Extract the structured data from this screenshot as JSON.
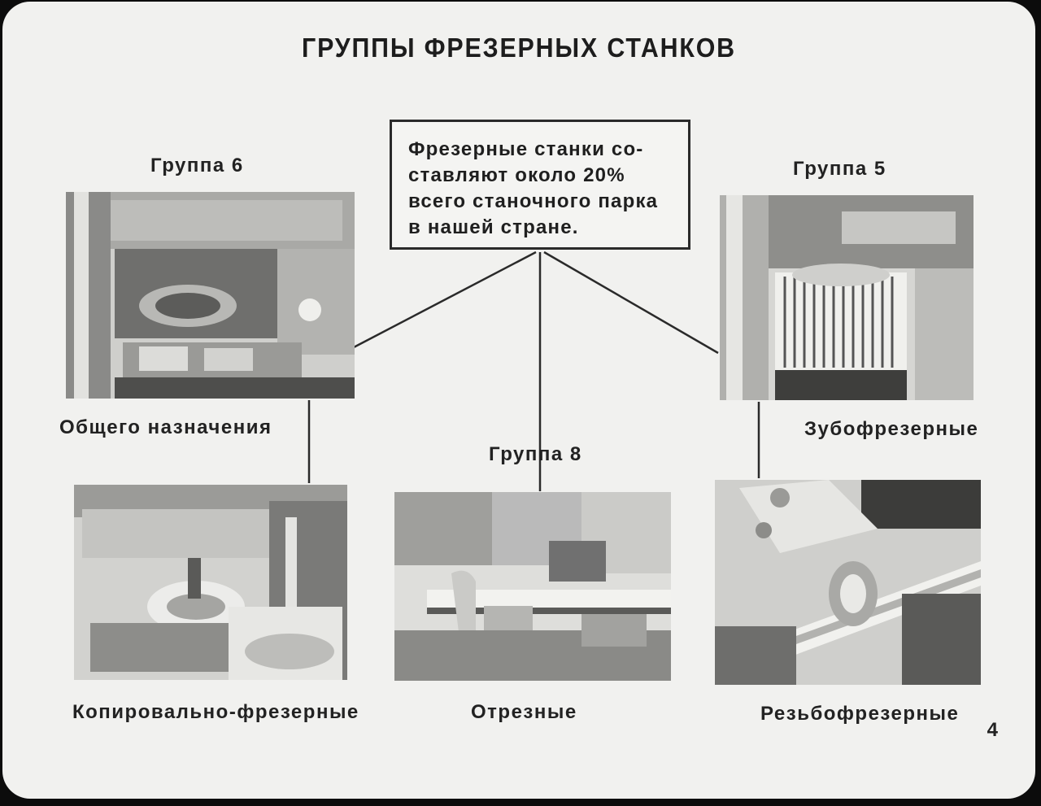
{
  "title": "ГРУППЫ ФРЕЗЕРНЫХ СТАНКОВ",
  "info_box": {
    "line1": "Фрезерные станки со-",
    "line2": "ставляют около 20%",
    "line3": "всего станочного парка",
    "line4": "в нашей стране."
  },
  "groups": {
    "group6": "Группа 6",
    "group5": "Группа 5",
    "group8": "Группа 8"
  },
  "machines": {
    "general": "Общего назначения",
    "gear": "Зубофрезерные",
    "copy": "Копировально-фрезерные",
    "cutoff": "Отрезные",
    "thread": "Резьбофрезерные"
  },
  "page_number": "4"
}
